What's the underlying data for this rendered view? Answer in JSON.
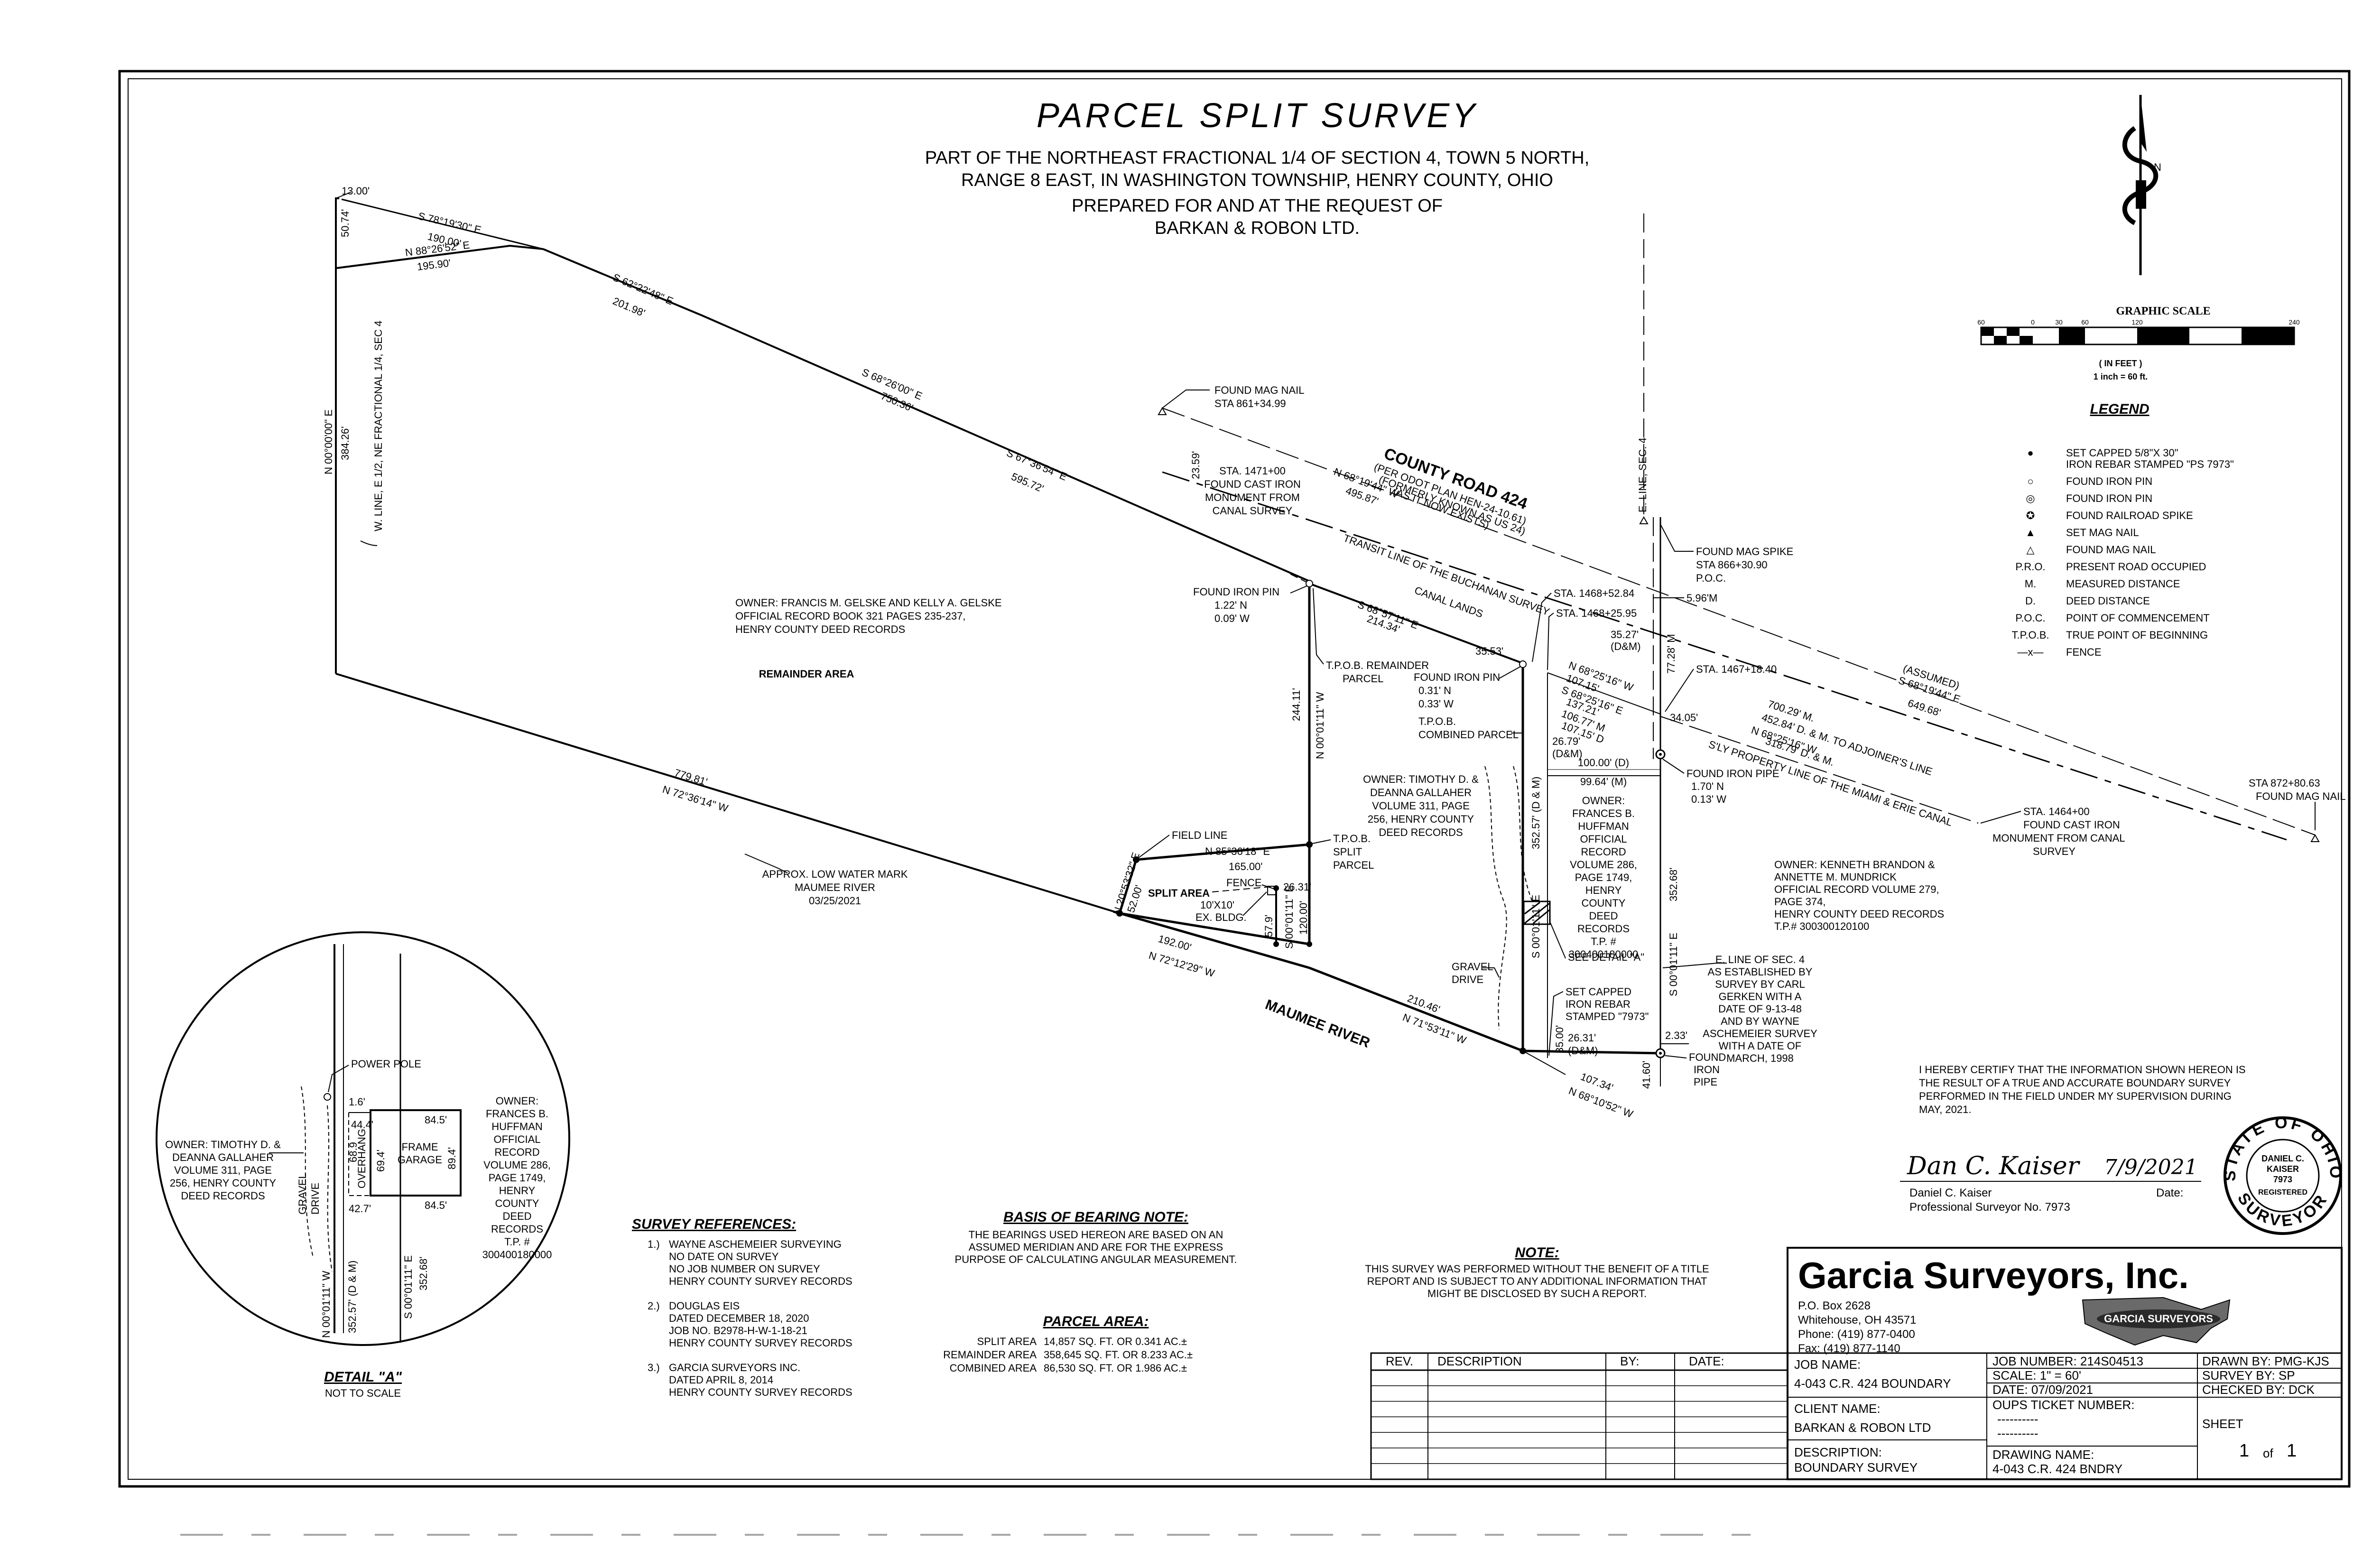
{
  "title": {
    "main": "PARCEL SPLIT SURVEY",
    "line1": "PART OF THE NORTHEAST FRACTIONAL 1/4 OF SECTION 4, TOWN 5 NORTH,",
    "line2": "RANGE 8 EAST, IN WASHINGTON TOWNSHIP, HENRY COUNTY, OHIO",
    "line3": "PREPARED FOR AND AT THE REQUEST OF",
    "line4": "BARKAN & ROBON LTD."
  },
  "graphic_scale": {
    "title": "GRAPHIC SCALE",
    "ticks": [
      "60",
      "0",
      "30",
      "60",
      "120",
      "240"
    ],
    "unit": "( IN FEET )",
    "ratio": "1 inch = 60 ft."
  },
  "legend": {
    "title": "LEGEND",
    "items": [
      {
        "symbol": "●",
        "l1": "SET CAPPED 5/8\"X 30\"",
        "l2": "IRON REBAR STAMPED \"PS 7973\""
      },
      {
        "symbol": "○",
        "l1": "FOUND IRON PIN",
        "l2": ""
      },
      {
        "symbol": "◎",
        "l1": "FOUND IRON PIN",
        "l2": ""
      },
      {
        "symbol": "✪",
        "l1": "FOUND RAILROAD SPIKE",
        "l2": ""
      },
      {
        "symbol": "▲",
        "l1": "SET MAG NAIL",
        "l2": ""
      },
      {
        "symbol": "△",
        "l1": "FOUND MAG NAIL",
        "l2": ""
      },
      {
        "symbol": "P.R.O.",
        "l1": "PRESENT ROAD OCCUPIED",
        "l2": ""
      },
      {
        "symbol": "M.",
        "l1": "MEASURED DISTANCE",
        "l2": ""
      },
      {
        "symbol": "D.",
        "l1": "DEED DISTANCE",
        "l2": ""
      },
      {
        "symbol": "P.O.C.",
        "l1": "POINT OF COMMENCEMENT",
        "l2": ""
      },
      {
        "symbol": "T.P.O.B.",
        "l1": "TRUE POINT OF BEGINNING",
        "l2": ""
      },
      {
        "symbol": "—x—",
        "l1": "FENCE",
        "l2": ""
      }
    ]
  },
  "plat": {
    "dim_1300": "13.00'",
    "dim_5074": "50.74'",
    "brg_top1": "S 78°19'30\" E",
    "dist_top1": "190.00'",
    "brg_top2": "N 88°26'52\" E",
    "dist_top2": "195.90'",
    "brg_ne1": "S 62°22'48\" E",
    "dist_ne1": "201.98'",
    "brg_ne2": "S 68°26'00\" E",
    "dist_ne2": "750.36'",
    "brg_ne3": "S 67°36'54\" E",
    "dist_ne3": "595.72'",
    "west_brg": "N 00°00'00\" E",
    "west_dist": "384.26'",
    "west_line": "W. LINE, E 1/2, NE FRACTIONAL 1/4, SEC 4",
    "south_dist": "779.81'",
    "south_brg": "N 72°36'14\" W",
    "low_water": [
      "APPROX. LOW WATER MARK",
      "MAUMEE RIVER",
      "03/25/2021"
    ],
    "owner_gelske": [
      "OWNER: FRANCIS M. GELSKE AND KELLY A. GELSKE",
      "OFFICIAL RECORD BOOK 321 PAGES 235-237,",
      "HENRY COUNTY DEED RECORDS"
    ],
    "remainder_area": "REMAINDER AREA",
    "mag_nail": [
      "FOUND MAG NAIL",
      "STA 861+34.99"
    ],
    "dim_2359": "23.59'",
    "sta_1471": [
      "STA. 1471+00",
      "FOUND CAST IRON",
      "MONUMENT FROM",
      "CANAL SURVEY"
    ],
    "road_name": "COUNTY ROAD 424",
    "road_sub1": "(PER ODOT PLAN HEN-24-10.61)",
    "road_sub2": "(FORMERLY KNOWN AS US 24)",
    "road_sub3": "(AS IT NOW EXISTS)",
    "brg_road": "N 68°19'44\" W",
    "dist_road": "495.87'",
    "transit": "TRANSIT LINE OF THE BUCHANAN SURVEY",
    "canal_lands": "CANAL      LANDS",
    "iron_pin_1": [
      "FOUND IRON PIN",
      "1.22' N",
      "0.09' W"
    ],
    "brg_canal": "S 68°57'11\" E",
    "dist_canal": "214.34'",
    "tpob_rem": [
      "T.P.O.B. REMAINDER",
      "PARCEL"
    ],
    "dim_3553": "35.53'",
    "iron_pin_2": [
      "FOUND IRON PIN",
      "0.31' N",
      "0.33' W"
    ],
    "tpob_comb": [
      "T.P.O.B.",
      "COMBINED PARCEL"
    ],
    "owner_gallaher": [
      "OWNER: TIMOTHY D. &",
      "DEANNA GALLAHER",
      "VOLUME 311, PAGE",
      "256, HENRY COUNTY",
      "DEED RECORDS"
    ],
    "brg_rem_e": "N 00°01'11\" W",
    "dist_rem_e": "244.11'",
    "brg_comb_w": "S 00°01'11\" E",
    "dist_comb_w": "352.57' (D & M)",
    "sta_1468_84": "STA. 1468+52.84",
    "sta_1468_25": "STA. 1468+25.95",
    "dim_3527": [
      "35.27'",
      "(D&M)"
    ],
    "brg_huff_n": "N 68°25'16\" W",
    "dist_huff_n": "107.15'",
    "brg_huff_n2": "S 68°25'16\" E",
    "dist_huff_n2": "137.21'",
    "dim_10677": "106.77' M",
    "dim_10715": "107.15' D",
    "dim_2679": [
      "26.79'",
      "(D&M)"
    ],
    "dim_10000": "100.00' (D)",
    "dim_9964": "99.64' (M)",
    "owner_huffman": [
      "OWNER:",
      "FRANCES B.",
      "HUFFMAN",
      "OFFICIAL",
      "RECORD",
      "VOLUME 286,",
      "PAGE 1749,",
      "HENRY",
      "COUNTY",
      "DEED",
      "RECORDS",
      "T.P. #",
      "300400180000"
    ],
    "see_detail": "SEE DETAIL \"A\"",
    "gravel_drive": [
      "GRAVEL",
      "DRIVE"
    ],
    "set_rebar": [
      "SET CAPPED",
      "IRON REBAR",
      "STAMPED \"7973\""
    ],
    "dim_3500": "35.00'",
    "dim_2631": [
      "26.31'",
      "(D&M)"
    ],
    "dim_233": "2.33'",
    "dim_4160": "41.60'",
    "found_pipe_2": [
      "FOUND",
      "IRON",
      "PIPE"
    ],
    "e_line_sec4": "E. LINE, SEC. 4",
    "mag_spike": [
      "FOUND MAG SPIKE",
      "STA 866+30.90",
      "P.O.C."
    ],
    "dim_596": "5.96'M",
    "dim_7728": "77.28' M",
    "sta_1467": "STA. 1467+18.40",
    "dim_3405": "34.05'",
    "dist_70029": "700.29' M.",
    "dist_45284": "452.84' D. & M. TO ADJOINER'S LINE",
    "brg_5ly": "N 68°25'16\" W",
    "dist_5ly": "318.79' D. & M.",
    "sly_line": "S'LY PROPERTY LINE OF THE MIAMI & ERIE CANAL",
    "assumed": "(ASSUMED)",
    "brg_assumed": "S 68°19'44\" E",
    "dist_assumed": "649.68'",
    "found_pipe_1": [
      "FOUND IRON PIPE",
      "1.70' N",
      "0.13' W"
    ],
    "dim_35268": "352.68'",
    "brg_35268": "S 00°01'11\" E",
    "sta_1464": [
      "STA. 1464+00",
      "FOUND CAST IRON",
      "MONUMENT FROM CANAL",
      "SURVEY"
    ],
    "sta_872": [
      "STA 872+80.63",
      "FOUND MAG NAIL"
    ],
    "owner_mundrick": [
      "OWNER: KENNETH BRANDON &",
      "ANNETTE M. MUNDRICK",
      "OFFICIAL RECORD VOLUME 279,",
      "PAGE 374,",
      "HENRY COUNTY DEED RECORDS",
      "T.P.# 300300120100"
    ],
    "e_line_est": [
      "E. LINE OF SEC. 4",
      "AS ESTABLISHED BY",
      "SURVEY BY CARL",
      "GERKEN WITH A",
      "DATE OF 9-13-48",
      "AND BY WAYNE",
      "ASCHEMEIER SURVEY",
      "WITH A DATE OF",
      "MARCH, 1998"
    ],
    "field_line": "FIELD LINE",
    "brg_split_n": "N 85°36'18\" E",
    "dist_split_n": "165.00'",
    "tpob_split": [
      "T.P.O.B.",
      "SPLIT",
      "PARCEL"
    ],
    "fence": "FENCE",
    "split_area": "SPLIT AREA",
    "dim_2631b": "26.31'",
    "bldg": [
      "10'X10'",
      "EX. BLDG."
    ],
    "dim_5790": "57.9'",
    "brg_split_e": "S 00°01'11\" E",
    "dist_split_e": "120.00'",
    "brg_split_w": "N 20°53'32\" E",
    "dist_split_w": "52.00'",
    "dist_split_s": "192.00'",
    "brg_split_s": "N 72°12'29\" W",
    "river": "MAUMEE RIVER",
    "dist_river": "210.46'",
    "brg_river": "N 71°53'11\" W",
    "dist_river2": "107.34'",
    "brg_river2": "N 68°10'52\" W",
    "north_label": "N"
  },
  "detail": {
    "power_pole": "POWER POLE",
    "owner_gallaher": [
      "OWNER: TIMOTHY D. &",
      "DEANNA GALLAHER",
      "VOLUME 311, PAGE",
      "256, HENRY COUNTY",
      "DEED RECORDS"
    ],
    "owner_huffman": [
      "OWNER:",
      "FRANCES B.",
      "HUFFMAN",
      "OFFICIAL",
      "RECORD",
      "VOLUME 286,",
      "PAGE 1749,",
      "HENRY",
      "COUNTY",
      "DEED",
      "RECORDS",
      "T.P. #",
      "300400180000"
    ],
    "gravel_drive": [
      "GRAVEL",
      "DRIVE"
    ],
    "dim_16": "1.6'",
    "dim_444": "44.4'",
    "dim_845a": "84.5'",
    "overhang": "OVERHANG",
    "dim_689": "68.9",
    "dim_694": "69.4'",
    "frame_garage": [
      "FRAME",
      "GARAGE"
    ],
    "dim_894": "89.4'",
    "dim_427": "42.7'",
    "dim_845b": "84.5'",
    "brg_left": "N 00°01'11\" W",
    "dist_left": "352.57' (D & M)",
    "brg_right": "S 00°01'11\" E",
    "dist_right": "352.68'",
    "title": "DETAIL \"A\"",
    "subtitle": "NOT TO SCALE"
  },
  "notes": {
    "refs_title": "SURVEY REFERENCES:",
    "refs": [
      {
        "n": "1.)",
        "lines": [
          "WAYNE ASCHEMEIER SURVEYING",
          "NO DATE ON SURVEY",
          "NO JOB NUMBER ON SURVEY",
          "HENRY COUNTY SURVEY RECORDS"
        ]
      },
      {
        "n": "2.)",
        "lines": [
          "DOUGLAS EIS",
          "DATED DECEMBER 18, 2020",
          "JOB NO. B2978-H-W-1-18-21",
          "HENRY COUNTY SURVEY RECORDS"
        ]
      },
      {
        "n": "3.)",
        "lines": [
          "GARCIA SURVEYORS INC.",
          "DATED APRIL 8, 2014",
          "HENRY COUNTY SURVEY RECORDS"
        ]
      }
    ],
    "bearing_title": "BASIS OF BEARING NOTE:",
    "bearing": [
      "THE BEARINGS USED HEREON ARE BASED ON AN",
      "ASSUMED MERIDIAN AND ARE FOR THE EXPRESS",
      "PURPOSE OF CALCULATING ANGULAR MEASUREMENT."
    ],
    "area_title": "PARCEL AREA:",
    "areas": [
      {
        "label": "SPLIT AREA",
        "sqft": "14,857 SQ. FT. OR 0.341 AC.±"
      },
      {
        "label": "REMAINDER AREA",
        "sqft": "358,645 SQ. FT. OR 8.233 AC.±"
      },
      {
        "label": "COMBINED AREA",
        "sqft": "86,530 SQ. FT. OR 1.986 AC.±"
      }
    ],
    "note_title": "NOTE:",
    "note": [
      "THIS SURVEY WAS PERFORMED WITHOUT THE BENEFIT OF A TITLE",
      "REPORT AND IS SUBJECT TO ANY ADDITIONAL INFORMATION THAT",
      "MIGHT BE DISCLOSED BY SUCH A REPORT."
    ]
  },
  "certification": {
    "text": [
      "I HEREBY CERTIFY THAT THE INFORMATION SHOWN HEREON IS",
      "THE RESULT OF A TRUE AND ACCURATE BOUNDARY SURVEY",
      "PERFORMED IN THE FIELD UNDER MY SUPERVISION DURING",
      "MAY, 2021."
    ],
    "signature": "Dan C. Kaiser",
    "date_written": "7/9/2021",
    "name": "Daniel C. Kaiser",
    "title": "Professional Surveyor No. 7973",
    "date_label": "Date:",
    "seal_top": "STATE OF OHIO",
    "seal_bottom": "SURVEYOR",
    "seal_inner": [
      "DANIEL C.",
      "KAISER",
      "7973",
      "REGISTERED"
    ]
  },
  "company": {
    "name": "Garcia Surveyors, Inc.",
    "lines": [
      "P.O. Box 2628",
      "Whitehouse, OH 43571",
      "Phone: (419) 877-0400",
      "Fax: (419) 877-1140"
    ],
    "logo_text": "GARCIA SURVEYORS"
  },
  "revisions": {
    "headers": [
      "REV.",
      "DESCRIPTION",
      "BY:",
      "DATE:"
    ]
  },
  "title_block": {
    "job_name_label": "JOB NAME:",
    "job_name": "4-043 C.R. 424 BOUNDARY",
    "client_label": "CLIENT NAME:",
    "client": "BARKAN & ROBON LTD",
    "desc_label": "DESCRIPTION:",
    "desc": "BOUNDARY SURVEY",
    "job_number": "JOB NUMBER: 214S04513",
    "scale": "SCALE:  1\" = 60'",
    "date": "DATE: 07/09/2021",
    "oups_label": "OUPS TICKET NUMBER:",
    "oups1": "----------",
    "oups2": "----------",
    "drawing_label": "DRAWING NAME:",
    "drawing": "4-043 C.R. 424 BNDRY",
    "drawn_by": "DRAWN BY:  PMG-KJS",
    "survey_by": "SURVEY BY:  SP",
    "checked_by": "CHECKED BY: DCK",
    "sheet_label": "SHEET",
    "sheet": "1",
    "of": "of",
    "total": "1"
  }
}
